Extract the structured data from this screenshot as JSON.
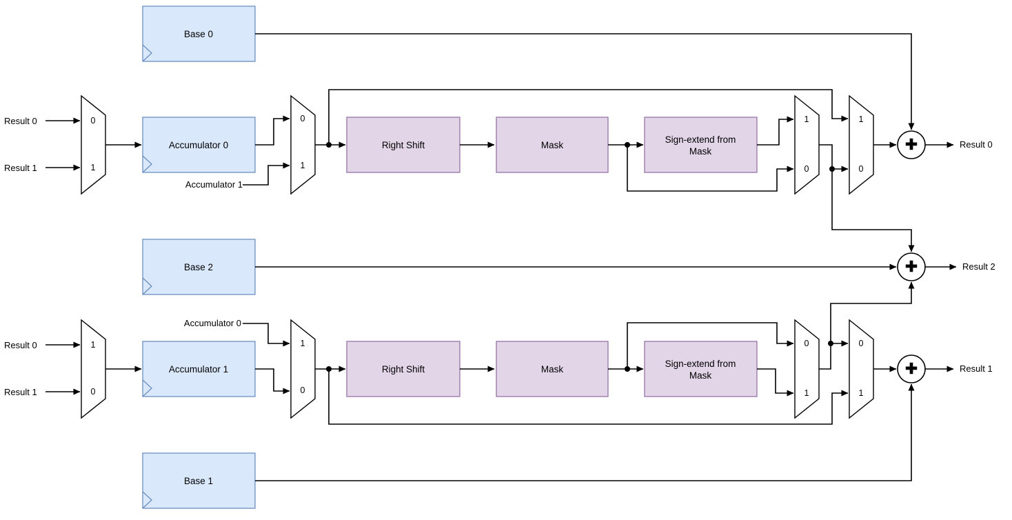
{
  "colors": {
    "register_fill": "#dae8fc",
    "register_stroke": "#6c8ebf",
    "block_fill": "#e1d5e7",
    "block_stroke": "#9673a6",
    "wire": "#000000",
    "text": "#000000"
  },
  "registers": {
    "base0": "Base 0",
    "base1": "Base 1",
    "base2": "Base 2",
    "acc0": "Accumulator 0",
    "acc1": "Accumulator 1"
  },
  "blocks": {
    "right_shift": "Right Shift",
    "mask": "Mask",
    "sign_extend_line1": "Sign-extend from",
    "sign_extend_line2": "Mask"
  },
  "ports": {
    "result0": "Result 0",
    "result1": "Result 1",
    "result2": "Result 2"
  },
  "mux": {
    "zero": "0",
    "one": "1"
  },
  "adder": {
    "symbol": "+"
  }
}
